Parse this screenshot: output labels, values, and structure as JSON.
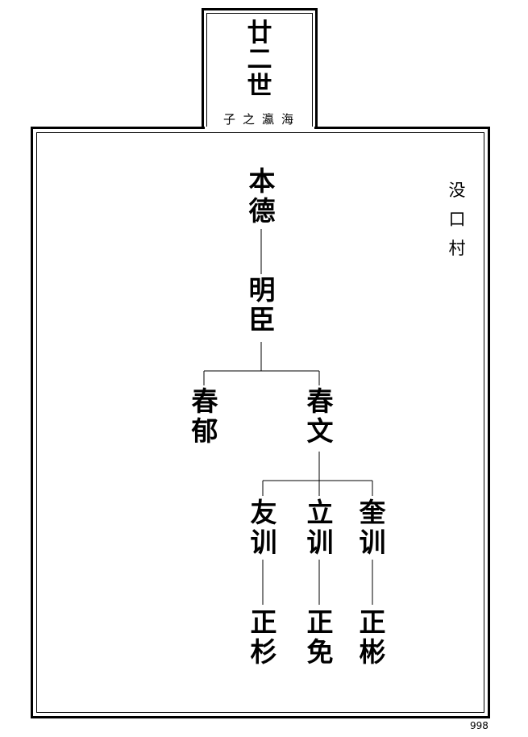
{
  "generation": {
    "title_chars": [
      "廿",
      "二",
      "世"
    ],
    "subtitle": "子之瀛海"
  },
  "village_chars": [
    "没",
    "口",
    "村"
  ],
  "tree": {
    "benDe": [
      "本",
      "德"
    ],
    "mingChen": [
      "明",
      "臣"
    ],
    "chunYu": [
      "春",
      "郁"
    ],
    "chunWen": [
      "春",
      "文"
    ],
    "youXun": [
      "友",
      "训"
    ],
    "liXun": [
      "立",
      "训"
    ],
    "kuiXun": [
      "奎",
      "训"
    ],
    "zhengShan": [
      "正",
      "杉"
    ],
    "zhengMian": [
      "正",
      "免"
    ],
    "zhengBin": [
      "正",
      "彬"
    ]
  },
  "page_number": "998"
}
